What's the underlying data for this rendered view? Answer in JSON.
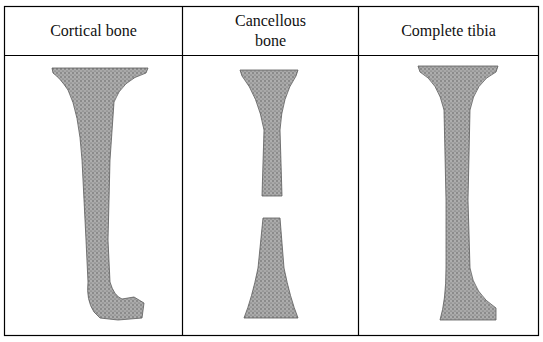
{
  "diagram": {
    "labels": [
      "Cortical bone",
      "Cancellous bone",
      "Complete tibia"
    ]
  }
}
